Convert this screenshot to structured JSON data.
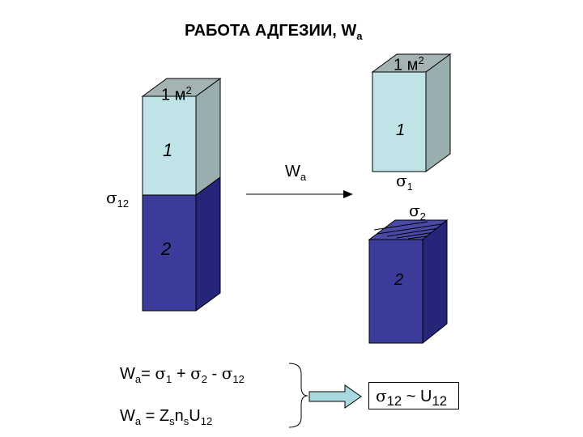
{
  "title": {
    "text": "РАБОТА АДГЕЗИИ, W",
    "sub": "a"
  },
  "labels": {
    "area_base": "1 м",
    "area_sup": "2",
    "phase1": "1",
    "phase2": "2",
    "sigma": "σ",
    "sigma12_sub": "12",
    "sigma1_sub": "1",
    "sigma2_sub": "2",
    "wa_base": "W",
    "wa_sub": "a"
  },
  "equations": {
    "eq1": {
      "w": "W",
      "w_sub": "a",
      "rhs_1": "= ",
      "s1": "σ",
      "s1_sub": "1",
      "plus": " + ",
      "s2": "σ",
      "s2_sub": "2",
      "minus": " - ",
      "s3": "σ",
      "s3_sub": "12"
    },
    "eq2": {
      "w": "W",
      "w_sub": "a",
      "eq": " = Z",
      "zs_sub": "s",
      "n": "n",
      "n_sub": "s",
      "u": "U",
      "u_sub": "12"
    }
  },
  "result": {
    "sigma": "σ",
    "sigma_sub": "12",
    "mid": " ~ U",
    "u_sub": "12"
  },
  "colors": {
    "phase1_face": "#bfe3e6",
    "phase1_side": "#9aaeb0",
    "phase1_top": "#a4b4b4",
    "phase2_face": "#3b3b9a",
    "phase2_side": "#25257a",
    "phase2_top": "#4a4aa6",
    "arrow_fill": "#a9d8e0"
  }
}
